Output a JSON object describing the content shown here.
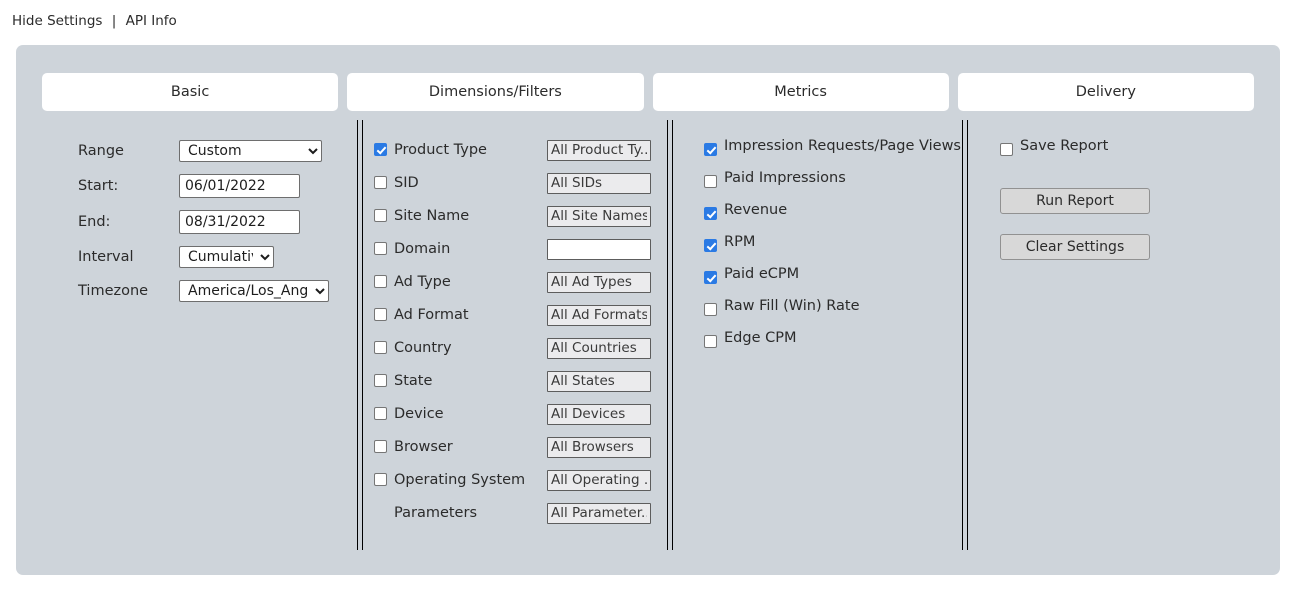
{
  "topbar": {
    "hide_settings": "Hide Settings",
    "separator": "|",
    "api_info": "API Info"
  },
  "tabs": [
    {
      "label": "Basic",
      "name": "tab-basic"
    },
    {
      "label": "Dimensions/Filters",
      "name": "tab-dimensions-filters"
    },
    {
      "label": "Metrics",
      "name": "tab-metrics"
    },
    {
      "label": "Delivery",
      "name": "tab-delivery"
    }
  ],
  "basic": {
    "rows": [
      {
        "label": "Range",
        "type": "select",
        "value": "Custom"
      },
      {
        "label": "Start:",
        "type": "text",
        "value": "06/01/2022"
      },
      {
        "label": "End:",
        "type": "text",
        "value": "08/31/2022"
      },
      {
        "label": "Interval",
        "type": "select",
        "value": "Cumulative"
      },
      {
        "label": "Timezone",
        "type": "select",
        "value": "America/Los_Angeles"
      }
    ]
  },
  "dimensions": {
    "rows": [
      {
        "label": "Product Type",
        "checked": true,
        "has_checkbox": true,
        "field": "All Product Ty...",
        "empty": false
      },
      {
        "label": "SID",
        "checked": false,
        "has_checkbox": true,
        "field": "All SIDs",
        "empty": false
      },
      {
        "label": "Site Name",
        "checked": false,
        "has_checkbox": true,
        "field": "All Site Names",
        "empty": false
      },
      {
        "label": "Domain",
        "checked": false,
        "has_checkbox": true,
        "field": "",
        "empty": true
      },
      {
        "label": "Ad Type",
        "checked": false,
        "has_checkbox": true,
        "field": "All Ad Types",
        "empty": false
      },
      {
        "label": "Ad Format",
        "checked": false,
        "has_checkbox": true,
        "field": "All Ad Formats",
        "empty": false
      },
      {
        "label": "Country",
        "checked": false,
        "has_checkbox": true,
        "field": "All Countries",
        "empty": false
      },
      {
        "label": "State",
        "checked": false,
        "has_checkbox": true,
        "field": "All States",
        "empty": false
      },
      {
        "label": "Device",
        "checked": false,
        "has_checkbox": true,
        "field": "All Devices",
        "empty": false
      },
      {
        "label": "Browser",
        "checked": false,
        "has_checkbox": true,
        "field": "All Browsers",
        "empty": false
      },
      {
        "label": "Operating System",
        "checked": false,
        "has_checkbox": true,
        "field": "All Operating ...",
        "empty": false
      },
      {
        "label": "Parameters",
        "checked": false,
        "has_checkbox": false,
        "field": "All Parameter...",
        "empty": false
      }
    ]
  },
  "metrics": {
    "rows": [
      {
        "label": "Impression Requests/Page Views",
        "checked": true
      },
      {
        "label": "Paid Impressions",
        "checked": false
      },
      {
        "label": "Revenue",
        "checked": true
      },
      {
        "label": "RPM",
        "checked": true
      },
      {
        "label": "Paid eCPM",
        "checked": true
      },
      {
        "label": "Raw Fill (Win) Rate",
        "checked": false
      },
      {
        "label": "Edge CPM",
        "checked": false
      }
    ]
  },
  "delivery": {
    "save_report_label": "Save Report",
    "save_report_checked": false,
    "run_report_label": "Run Report",
    "clear_settings_label": "Clear Settings"
  },
  "colors": {
    "panel_bg": "#ced4da",
    "page_bg": "#ffffff",
    "accent_checkbox": "#2a7ae4",
    "tab_bg": "#ffffff",
    "text": "#2b2b2b",
    "field_bg": "#ebebed",
    "button_bg": "#d8d8d8"
  }
}
